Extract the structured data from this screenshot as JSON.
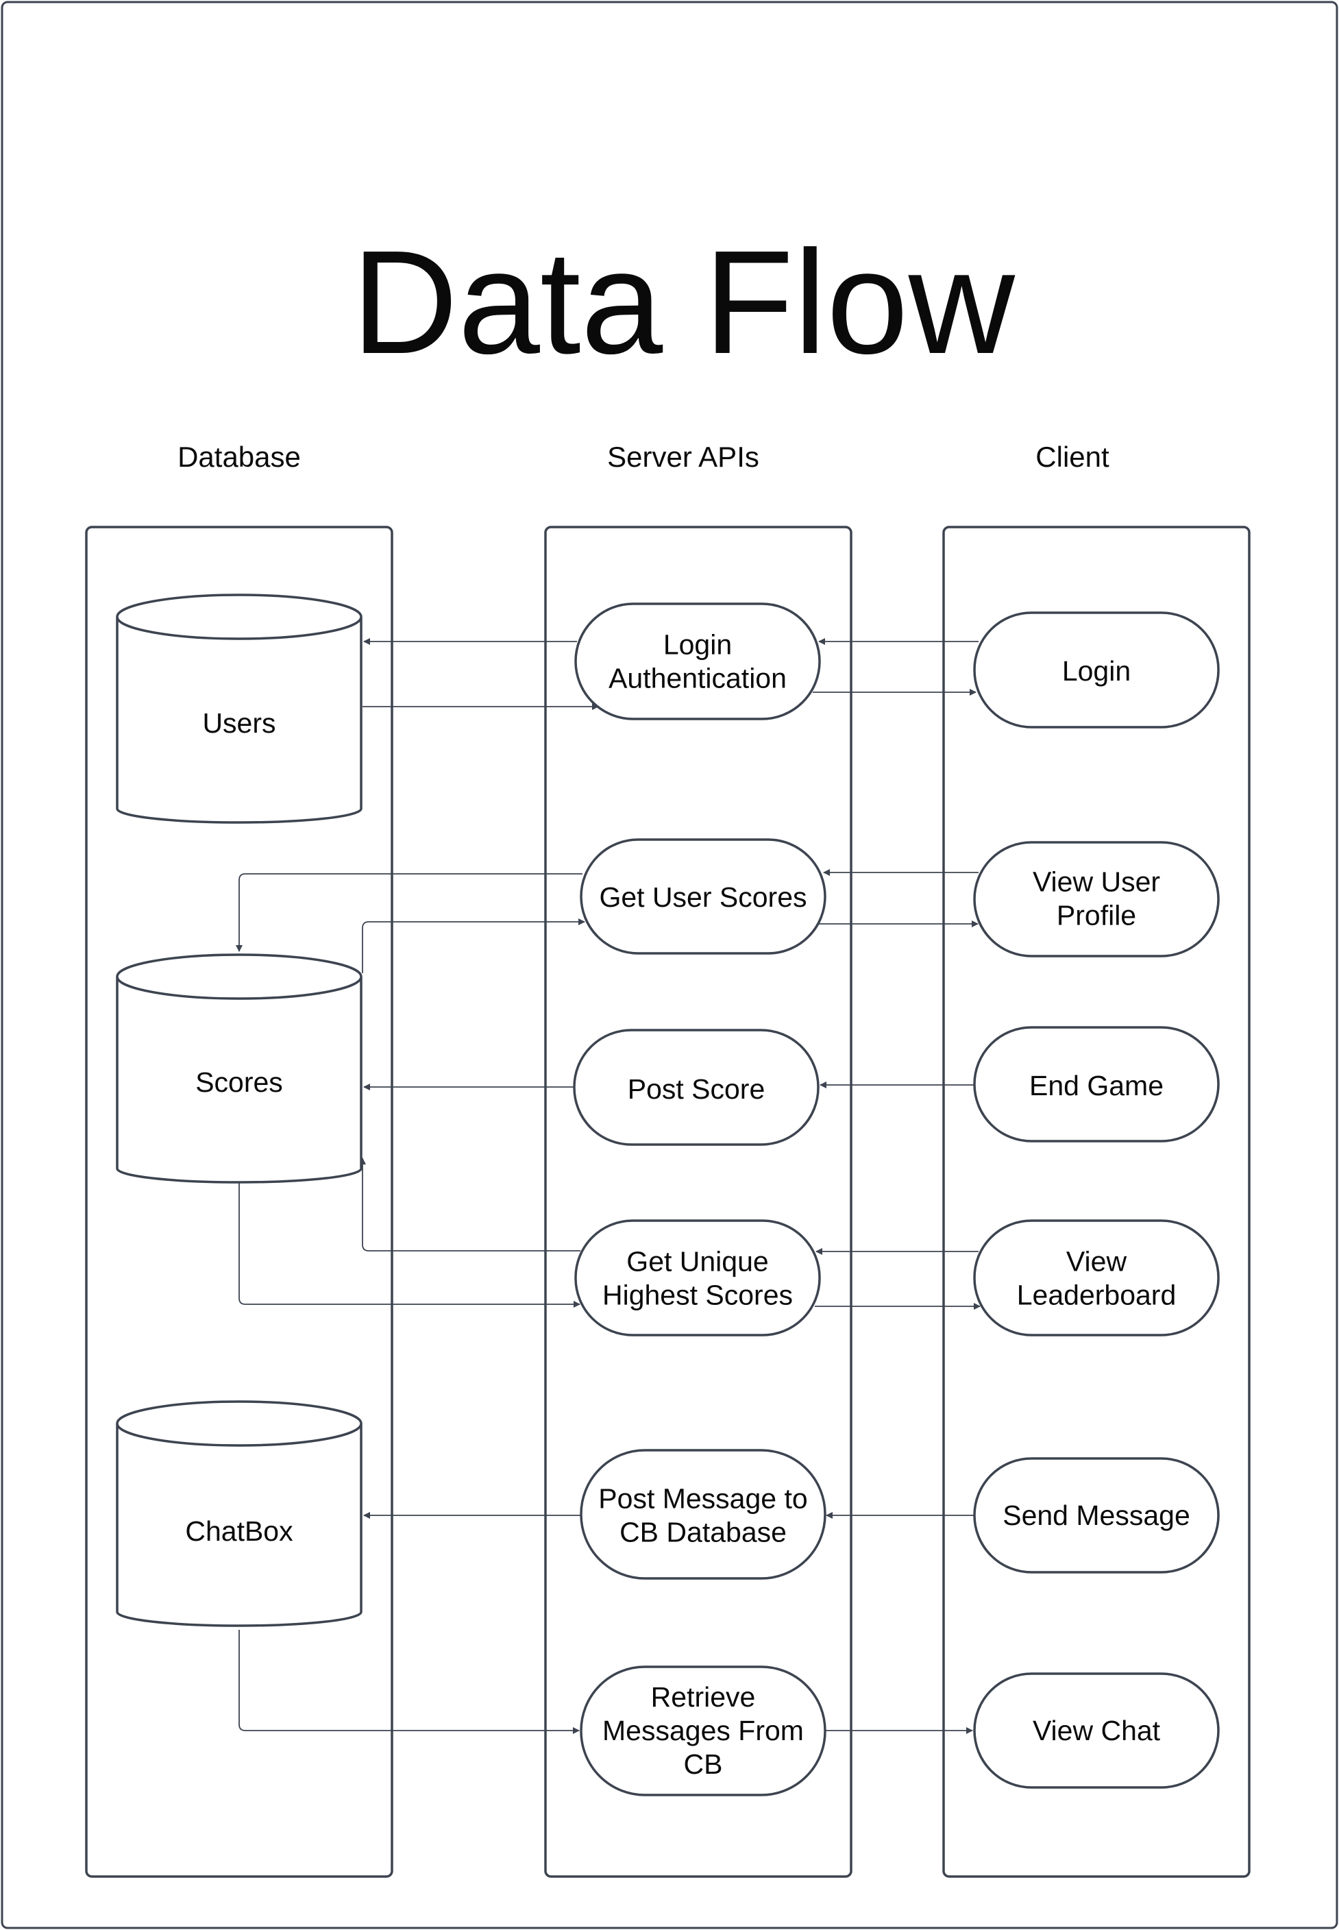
{
  "title": "Data Flow",
  "lanes": {
    "database": "Database",
    "server": "Server APIs",
    "client": "Client"
  },
  "databases": {
    "users": "Users",
    "scores": "Scores",
    "chatbox": "ChatBox"
  },
  "server_apis": {
    "login_auth": [
      "Login",
      "Authentication"
    ],
    "get_user_scores": [
      "Get User Scores"
    ],
    "post_score": [
      "Post Score"
    ],
    "get_unique_highest": [
      "Get Unique",
      "Highest Scores"
    ],
    "post_message": [
      "Post Message to",
      "CB Database"
    ],
    "retrieve_messages": [
      "Retrieve",
      "Messages From",
      "CB"
    ]
  },
  "client": {
    "login": [
      "Login"
    ],
    "view_profile": [
      "View User",
      "Profile"
    ],
    "end_game": [
      "End Game"
    ],
    "view_leaderboard": [
      "View",
      "Leaderboard"
    ],
    "send_message": [
      "Send Message"
    ],
    "view_chat": [
      "View Chat"
    ]
  },
  "colors": {
    "stroke": "#3d4450",
    "text": "#0a0a0a",
    "background": "#ffffff"
  }
}
